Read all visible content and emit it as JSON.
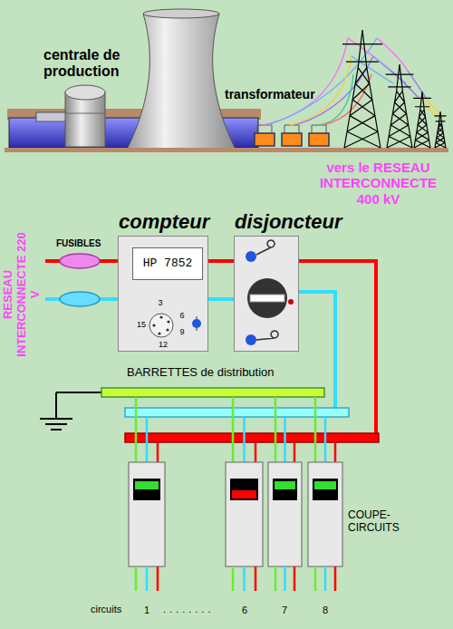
{
  "diagram": {
    "nodes": [
      {
        "text": [
          "compteur"
        ]
      },
      {
        "text": [
          "HP 7852"
        ],
        "in": 0
      },
      {
        "text": [
          "disjoncteur"
        ]
      }
    ],
    "edges": [
      {
        "from": 0,
        "to": 2,
        "arrow": "none"
      },
      {
        "from": 0,
        "to": 2,
        "arrow": "none"
      }
    ],
    "labels": [
      "centrale de production",
      "transformateur",
      "vers le RESEAU INTERCONNECTE 400 kV",
      "RESEAU INTERCONNECTE 220 V",
      "FUSIBLES",
      "3",
      "6",
      "9",
      "12",
      "15",
      "BARRETTES de distribution",
      "COUPE-CIRCUITS",
      "circuits",
      "1",
      "........",
      "6",
      "7",
      "8"
    ]
  }
}
